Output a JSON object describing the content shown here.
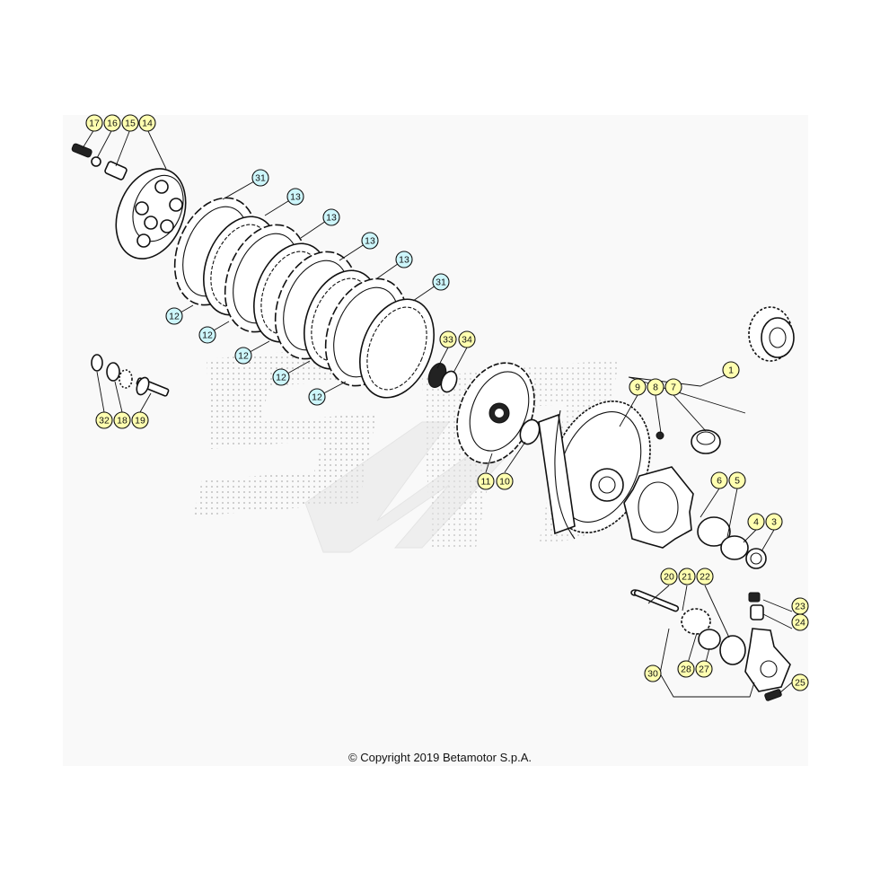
{
  "colors": {
    "yellow_callout": "#ffffb0",
    "cyan_callout": "#cdf6fb",
    "background": "#f9f9f9",
    "line": "#111111"
  },
  "callouts": [
    {
      "id": "17",
      "label": "17",
      "color": "yellow"
    },
    {
      "id": "16",
      "label": "16",
      "color": "yellow"
    },
    {
      "id": "15",
      "label": "15",
      "color": "yellow"
    },
    {
      "id": "14",
      "label": "14",
      "color": "yellow"
    },
    {
      "id": "31a",
      "label": "31",
      "color": "cyan"
    },
    {
      "id": "13a",
      "label": "13",
      "color": "cyan"
    },
    {
      "id": "13b",
      "label": "13",
      "color": "cyan"
    },
    {
      "id": "13c",
      "label": "13",
      "color": "cyan"
    },
    {
      "id": "13d",
      "label": "13",
      "color": "cyan"
    },
    {
      "id": "31b",
      "label": "31",
      "color": "cyan"
    },
    {
      "id": "12a",
      "label": "12",
      "color": "cyan"
    },
    {
      "id": "12b",
      "label": "12",
      "color": "cyan"
    },
    {
      "id": "12c",
      "label": "12",
      "color": "cyan"
    },
    {
      "id": "12d",
      "label": "12",
      "color": "cyan"
    },
    {
      "id": "12e",
      "label": "12",
      "color": "cyan"
    },
    {
      "id": "33",
      "label": "33",
      "color": "yellow"
    },
    {
      "id": "34",
      "label": "34",
      "color": "yellow"
    },
    {
      "id": "32",
      "label": "32",
      "color": "yellow"
    },
    {
      "id": "18",
      "label": "18",
      "color": "yellow"
    },
    {
      "id": "19",
      "label": "19",
      "color": "yellow"
    },
    {
      "id": "1",
      "label": "1",
      "color": "yellow"
    },
    {
      "id": "9",
      "label": "9",
      "color": "yellow"
    },
    {
      "id": "8",
      "label": "8",
      "color": "yellow"
    },
    {
      "id": "7",
      "label": "7",
      "color": "yellow"
    },
    {
      "id": "11",
      "label": "11",
      "color": "yellow"
    },
    {
      "id": "10",
      "label": "10",
      "color": "yellow"
    },
    {
      "id": "6",
      "label": "6",
      "color": "yellow"
    },
    {
      "id": "5",
      "label": "5",
      "color": "yellow"
    },
    {
      "id": "4",
      "label": "4",
      "color": "yellow"
    },
    {
      "id": "3",
      "label": "3",
      "color": "yellow"
    },
    {
      "id": "20",
      "label": "20",
      "color": "yellow"
    },
    {
      "id": "21",
      "label": "21",
      "color": "yellow"
    },
    {
      "id": "22",
      "label": "22",
      "color": "yellow"
    },
    {
      "id": "23",
      "label": "23",
      "color": "yellow"
    },
    {
      "id": "24",
      "label": "24",
      "color": "yellow"
    },
    {
      "id": "30",
      "label": "30",
      "color": "yellow"
    },
    {
      "id": "28",
      "label": "28",
      "color": "yellow"
    },
    {
      "id": "27",
      "label": "27",
      "color": "yellow"
    },
    {
      "id": "25",
      "label": "25",
      "color": "yellow"
    }
  ],
  "copyright": "© Copyright 2019 Betamotor S.p.A."
}
